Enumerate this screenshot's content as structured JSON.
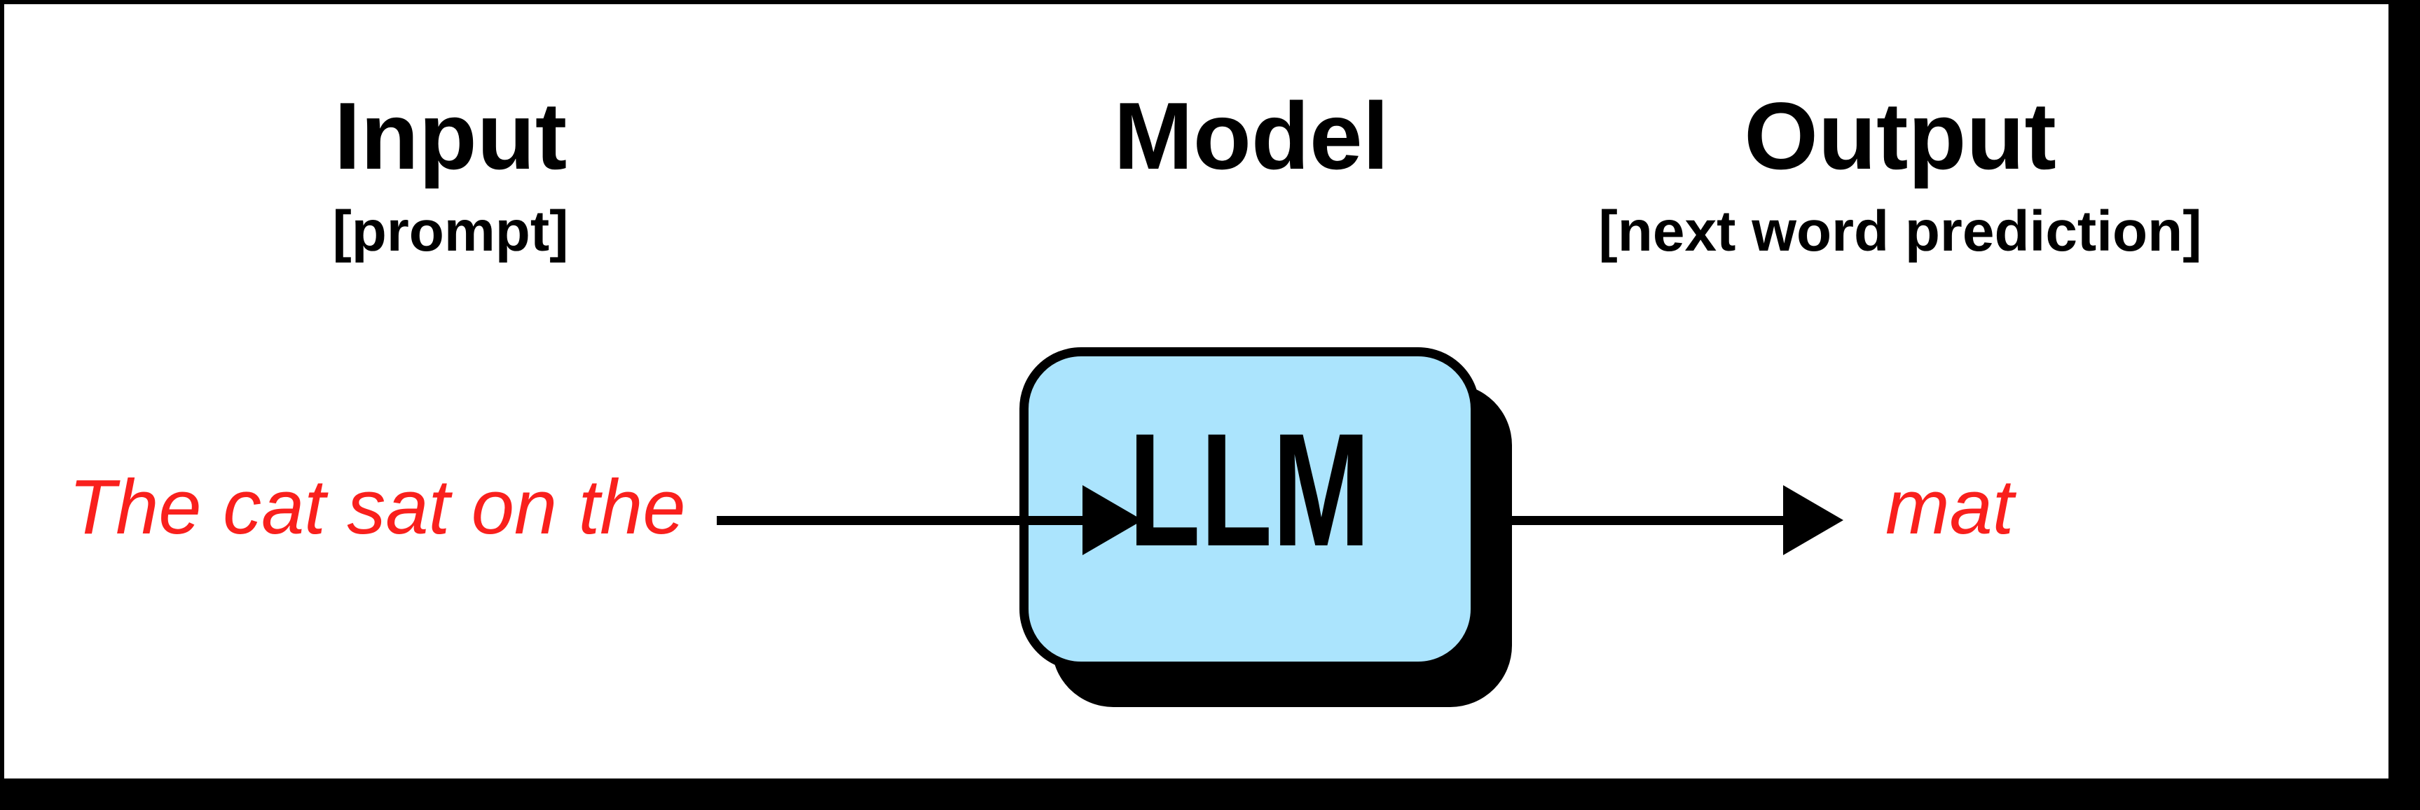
{
  "headers": {
    "input": {
      "title": "Input",
      "subtitle": "[prompt]"
    },
    "model": {
      "title": "Model"
    },
    "output": {
      "title": "Output",
      "subtitle": "[next word prediction]"
    }
  },
  "flow": {
    "prompt_text": "The cat sat on the",
    "model_label": "LLM",
    "predicted_word": "mat"
  },
  "colors": {
    "background": "#FFFFFF",
    "frame": "#000000",
    "model_box_fill": "#ABE4FD",
    "model_box_stroke": "#000000",
    "model_box_shadow": "#000000",
    "highlight_text_red": "#F9201D",
    "arrow": "#000000"
  }
}
